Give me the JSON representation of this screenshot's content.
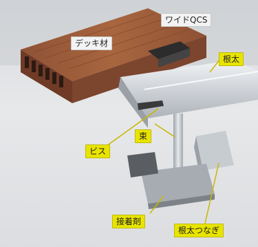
{
  "labels": {
    "deck_board": "デッキ材",
    "wide_qcs": "ワイドQCS",
    "neta": "根太",
    "screw": "ビス",
    "tsuka": "束",
    "adhesive": "接着剤",
    "neta_tsunagi": "根太つなぎ"
  },
  "colors": {
    "background_gray": "#e6e6e8",
    "deck_wood": "#9c5a3c",
    "aluminum": "#d4d8dc",
    "label_yellow": "#e8e400",
    "label_white": "#f3f3f3",
    "leader_line": "#c8b800"
  }
}
